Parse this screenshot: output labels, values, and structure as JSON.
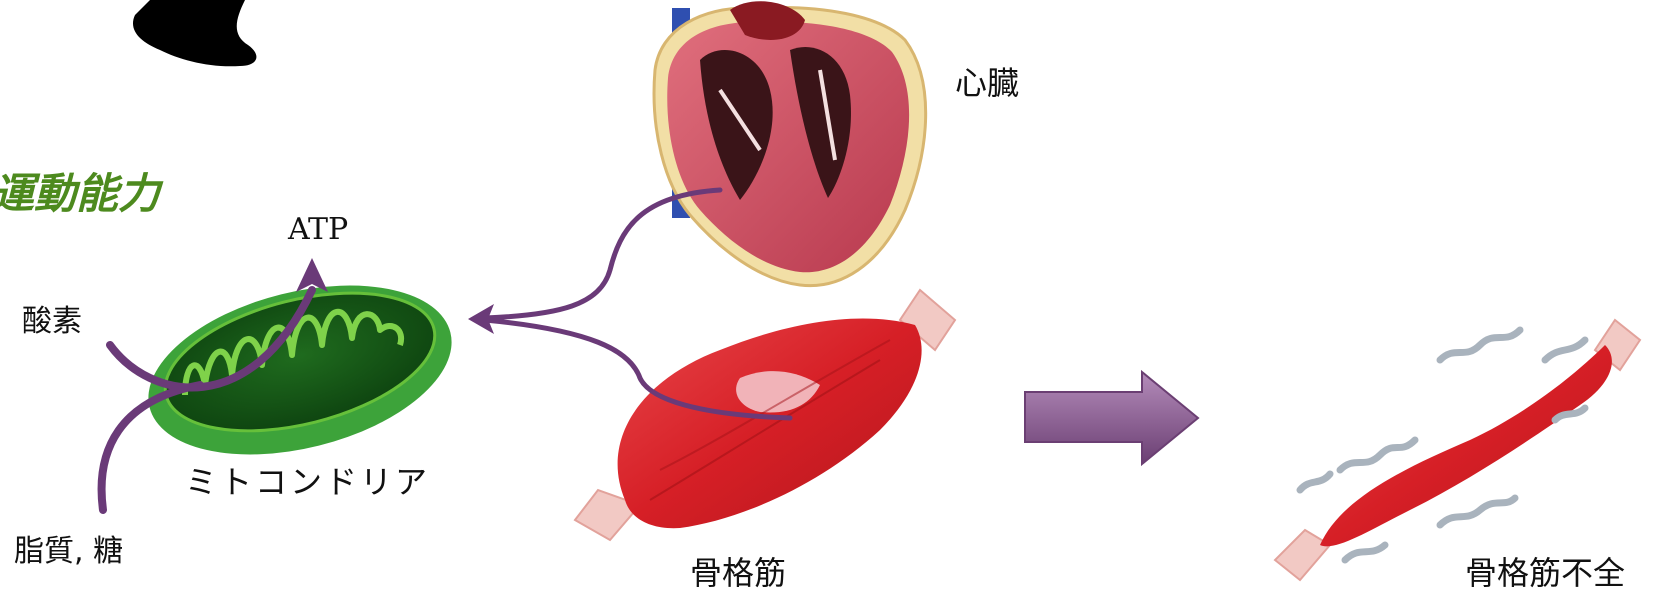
{
  "labels": {
    "heading": "運動能力",
    "heart": "心臓",
    "atp": "ATP",
    "oxygen": "酸素",
    "mitochondria": "ミトコンドリア",
    "lipid_sugar": "脂質, 糖",
    "skeletal_muscle": "骨格筋",
    "skeletal_muscle_failure": "骨格筋不全"
  },
  "colors": {
    "heading": "#4d8a1e",
    "flow_arrow": "#6a3a78",
    "big_arrow": "#8a5a90",
    "mitochondria": "#3da33a",
    "muscle": "#d8262c"
  },
  "icons": [
    "running-shoe-icon",
    "heart-icon",
    "mitochondria-icon",
    "muscle-icon",
    "atrophied-muscle-icon",
    "right-arrow-icon"
  ]
}
